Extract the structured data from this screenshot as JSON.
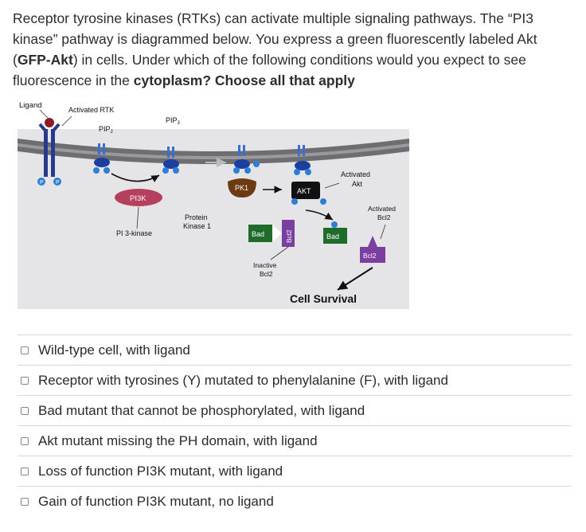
{
  "question": {
    "part1": "Receptor tyrosine kinases (RTKs) can activate multiple signaling pathways. The “PI3 kinase” pathway is diagrammed below. You express a green fluorescently labeled Akt (",
    "bold1": "GFP-Akt",
    "part2": ") in cells. Under which of the following conditions would you expect to see fluorescence in the ",
    "bold2": "cytoplasm? Choose all that apply"
  },
  "diagram": {
    "ligand": "Ligand",
    "activated_rtk": "Activated RTK",
    "pip2": "PIP",
    "pip2_sub": "2",
    "pip3": "PIP",
    "pip3_sub": "3",
    "pi3k": "PI3K",
    "pi3kinase": "PI 3-kinase",
    "protein_kinase": "Protein",
    "protein_kinase2": "Kinase 1",
    "pk1": "PK1",
    "akt": "AKT",
    "activated_akt": "Activated",
    "activated_akt2": "Akt",
    "bad": "Bad",
    "bad2": "Bad",
    "bcl2_bound": "Bcl2",
    "bcl2_free": "Bcl2",
    "inactive_bcl2": "Inactive",
    "inactive_bcl2_2": "Bcl2",
    "activated_bcl2": "Activated",
    "activated_bcl2_2": "Bcl2",
    "cell_survival": "Cell Survival",
    "p": "P"
  },
  "options": [
    {
      "label": "Wild-type cell, with ligand"
    },
    {
      "label": "Receptor with tyrosines (Y) mutated to phenylalanine (F), with ligand"
    },
    {
      "label": "Bad mutant that cannot be phosphorylated, with ligand"
    },
    {
      "label": "Akt mutant missing the PH domain, with ligand"
    },
    {
      "label": "Loss of function PI3K mutant, with ligand"
    },
    {
      "label": "Gain of function PI3K mutant, no ligand"
    }
  ]
}
